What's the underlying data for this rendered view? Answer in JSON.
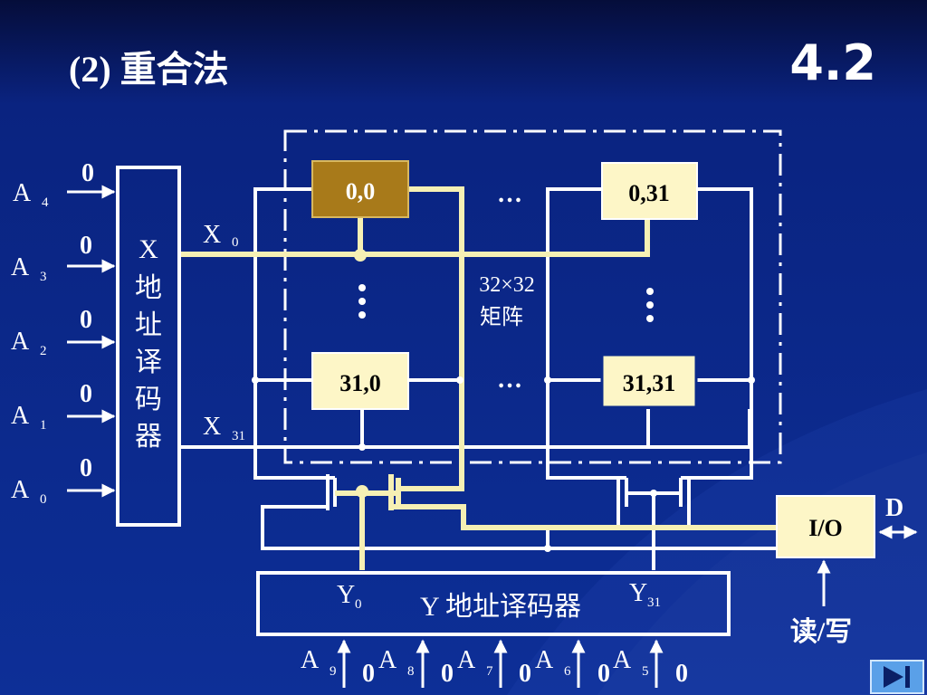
{
  "slide": {
    "title": "(2) 重合法",
    "section_number": "4.2"
  },
  "x_decoder": {
    "label_chars": [
      "X",
      "地",
      "址",
      "译",
      "码",
      "器"
    ],
    "inputs": [
      {
        "name": "A",
        "sub": "4",
        "value": "0"
      },
      {
        "name": "A",
        "sub": "3",
        "value": "0"
      },
      {
        "name": "A",
        "sub": "2",
        "value": "0"
      },
      {
        "name": "A",
        "sub": "1",
        "value": "0"
      },
      {
        "name": "A",
        "sub": "0",
        "value": "0"
      }
    ],
    "outputs": [
      {
        "name": "X",
        "sub": "0"
      },
      {
        "name": "X",
        "sub": "31"
      }
    ]
  },
  "matrix": {
    "cells": {
      "top_left": "0,0",
      "top_right": "0,31",
      "bottom_left": "31,0",
      "bottom_right": "31,31"
    },
    "ellipsis_h": "…",
    "size_label": "32×32",
    "matrix_label": "矩阵"
  },
  "y_decoder": {
    "label": "Y 地址译码器",
    "outputs": [
      {
        "name": "Y",
        "sub": "0"
      },
      {
        "name": "Y",
        "sub": "31"
      }
    ],
    "inputs": [
      {
        "name": "A",
        "sub": "9",
        "value": "0"
      },
      {
        "name": "A",
        "sub": "8",
        "value": "0"
      },
      {
        "name": "A",
        "sub": "7",
        "value": "0"
      },
      {
        "name": "A",
        "sub": "6",
        "value": "0"
      },
      {
        "name": "A",
        "sub": "5",
        "value": "0"
      }
    ]
  },
  "io": {
    "label": "I/O",
    "data_label": "D",
    "rw_label": "读/写"
  },
  "colors": {
    "background": "#0b2a8a",
    "wire": "#ffffff",
    "selected_path": "#f6f0b4",
    "selected_cell": "#a87a1a",
    "cell_fill": "#fdf6c7",
    "text_light": "#ffffff",
    "text_dark": "#000000"
  }
}
